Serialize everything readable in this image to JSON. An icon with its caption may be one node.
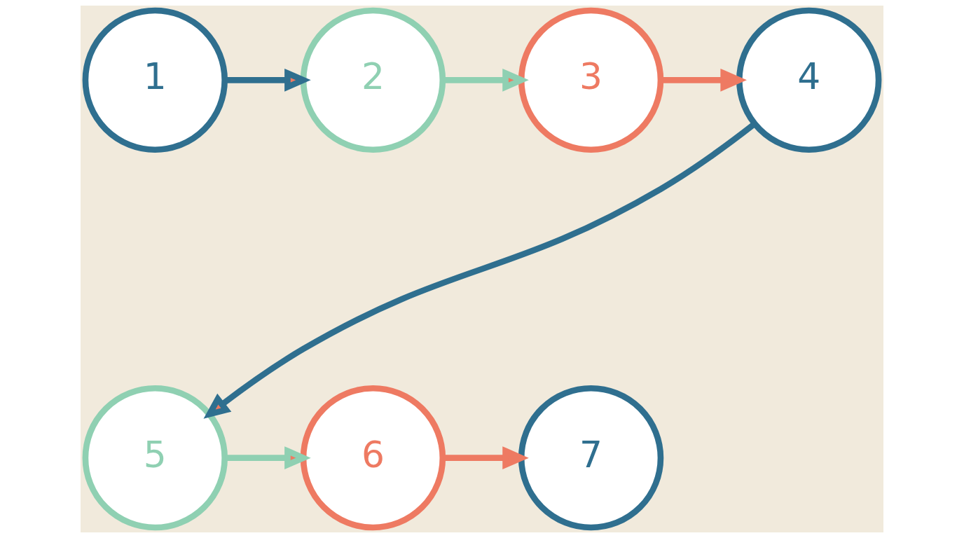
{
  "diagram": {
    "nodes": [
      {
        "text": [
          "1"
        ]
      },
      {
        "text": [
          "2"
        ]
      },
      {
        "text": [
          "3"
        ]
      },
      {
        "text": [
          "4"
        ]
      },
      {
        "text": [
          "5"
        ]
      },
      {
        "text": [
          "6"
        ]
      },
      {
        "text": [
          "7"
        ]
      }
    ],
    "edges": [
      {
        "from": 0,
        "to": 1,
        "arrow": "to",
        "color": "#2f6f8f"
      },
      {
        "from": 1,
        "to": 2,
        "arrow": "to",
        "color": "#8fd0b2"
      },
      {
        "from": 2,
        "to": 3,
        "arrow": "to",
        "color": "#ee7a62"
      },
      {
        "from": 3,
        "to": 4,
        "arrow": "to",
        "color": "#2f6f8f"
      },
      {
        "from": 4,
        "to": 5,
        "arrow": "to",
        "color": "#8fd0b2"
      },
      {
        "from": 5,
        "to": 6,
        "arrow": "to",
        "color": "#ee7a62"
      }
    ]
  }
}
